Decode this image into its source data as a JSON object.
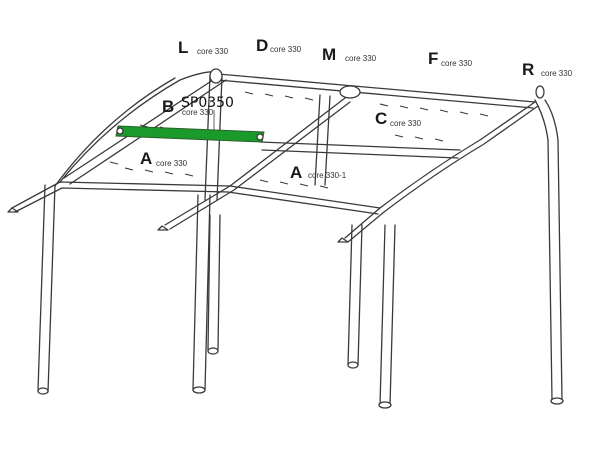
{
  "diagram": {
    "highlight_color": "#1a9a2a",
    "labels": [
      {
        "letter": "L",
        "sub": "core 330"
      },
      {
        "letter": "D",
        "sub": "core 330"
      },
      {
        "letter": "M",
        "sub": "core 330"
      },
      {
        "letter": "F",
        "sub": "core 330"
      },
      {
        "letter": "R",
        "sub": "core 330"
      },
      {
        "letter": "B",
        "sub": "core 330"
      },
      {
        "letter": "C",
        "sub": "core 330"
      },
      {
        "letter": "A",
        "sub": "core 330"
      },
      {
        "letter": "A",
        "sub": "core 330-1"
      }
    ],
    "highlighted_part": "SP0350"
  }
}
